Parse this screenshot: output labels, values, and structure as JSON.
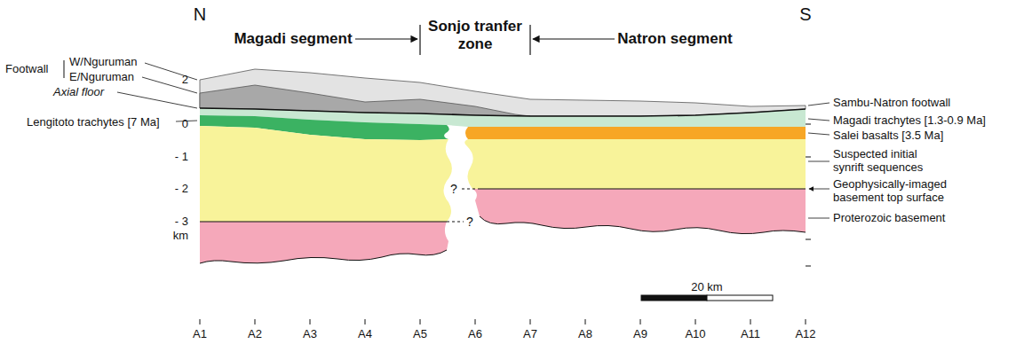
{
  "diagram": {
    "labels": [
      "N",
      "S",
      "Magadi segment",
      "Sonjo tranfer zone",
      "Natron segment",
      "Footwall",
      "W/Nguruman",
      "E/Nguruman",
      "Axial floor",
      "Lengitoto trachytes [7 Ma]",
      "2",
      "0",
      "- 1",
      "- 2",
      "- 3",
      "km",
      "?",
      "?",
      "Sambu-Natron footwall",
      "Magadi trachytes [1.3-0.9 Ma]",
      "Salei basalts [3.5 Ma]",
      "Suspected initial synrift sequences",
      "Geophysically-imaged basement top surface",
      "Proterozoic basement",
      "20 km",
      "A1",
      "A2",
      "A3",
      "A4",
      "A5",
      "A6",
      "A7",
      "A8",
      "A9",
      "A10",
      "A11",
      "A12"
    ]
  }
}
